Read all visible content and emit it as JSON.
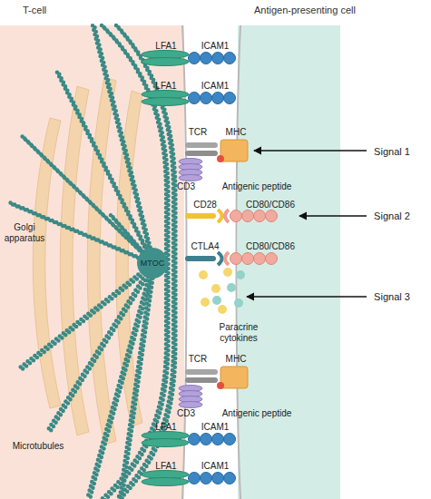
{
  "diagram": {
    "nodes": [
      {
        "text": [
          "T-cell"
        ]
      },
      {
        "text": [
          "MTOC"
        ],
        "in": 0
      },
      {
        "text": [
          "Antigen-presenting cell"
        ]
      }
    ],
    "labels": [
      "LFA1",
      "ICAM1",
      "LFA1",
      "ICAM1",
      "TCR",
      "MHC",
      "Signal 1",
      "CD3",
      "Antigenic peptide",
      "CD28",
      "CD80/CD86",
      "Signal 2",
      "CTLA4",
      "CD80/CD86",
      "Golgi apparatus",
      "Signal 3",
      "Paracrine cytokines",
      "TCR",
      "MHC",
      "CD3",
      "Antigenic peptide",
      "LFA1",
      "ICAM1",
      "LFA1",
      "ICAM1",
      "Microtubules"
    ]
  }
}
